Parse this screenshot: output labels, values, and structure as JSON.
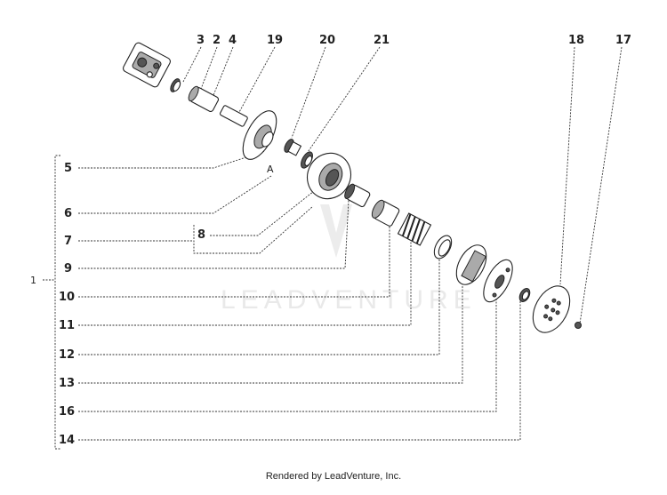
{
  "diagram": {
    "callouts_top": [
      "3",
      "2",
      "4",
      "19",
      "20",
      "21",
      "18",
      "17"
    ],
    "callouts_left": [
      "5",
      "6",
      "7",
      "9",
      "10",
      "11",
      "12",
      "13",
      "16",
      "14"
    ],
    "assembly_label": "1",
    "callout_a": "A",
    "callout_b": "8",
    "watermark_text": "LEADVENTURE",
    "footer": "Rendered by LeadVenture, Inc."
  }
}
